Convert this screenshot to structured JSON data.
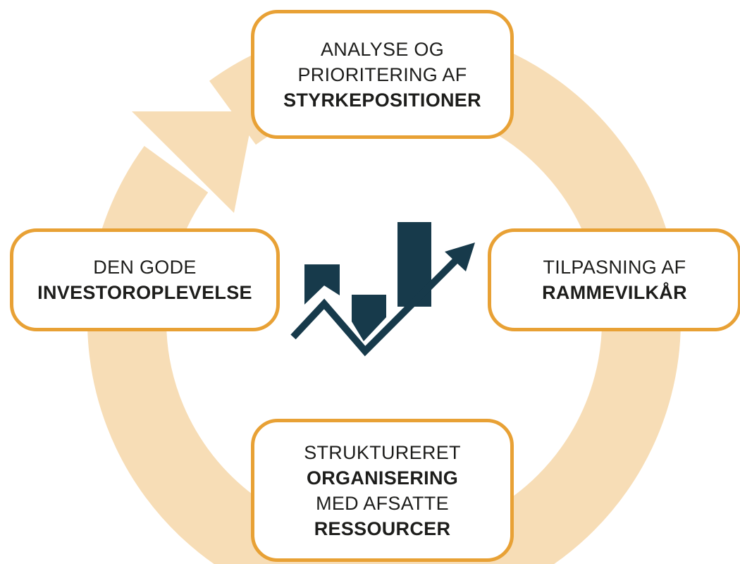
{
  "colors": {
    "ring": "#f7ddb6",
    "box_border": "#e8a135",
    "box_fill": "#ffffff",
    "text": "#1d1d1b",
    "icon": "#173a4b"
  },
  "steps": {
    "top": {
      "line1": "ANALYSE OG",
      "line2": "PRIORITERING AF",
      "bold": "STYRKEPOSITIONER"
    },
    "right": {
      "line1": "TILPASNING AF",
      "bold": "RAMMEVILKÅR"
    },
    "bottom": {
      "line1": "STRUKTURERET",
      "bold1": "ORGANISERING",
      "line2": "MED AFSATTE",
      "bold2": "RESSOURCER"
    },
    "left": {
      "line1": "DEN GODE",
      "bold": "INVESTOROPLEVELSE"
    }
  },
  "center_icon": "bar-chart-trend-arrow-icon"
}
